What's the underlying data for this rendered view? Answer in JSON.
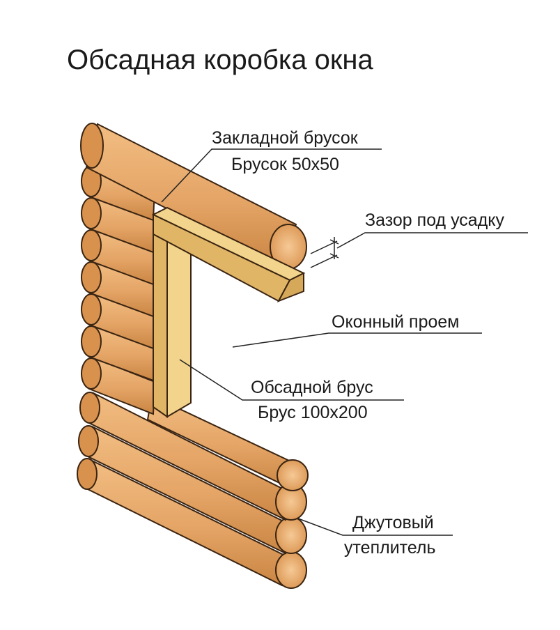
{
  "title": "Обсадная коробка окна",
  "labels": {
    "embedded_bar": "Закладной брусок",
    "embedded_bar_size": "Брусок 50х50",
    "shrink_gap": "Зазор под усадку",
    "window_opening": "Оконный проем",
    "casing_beam": "Обсадной брус",
    "casing_beam_size": "Брус 100х200",
    "jute_insulation_line1": "Джутовый",
    "jute_insulation_line2": "утеплитель"
  },
  "colors": {
    "log_fill": "#e6a768",
    "log_shadow": "#c67f3e",
    "log_end": "#efb77a",
    "log_outline": "#3a2412",
    "bar_face": "#f3d48c",
    "bar_side": "#e0b566",
    "leader_line": "#222222"
  }
}
